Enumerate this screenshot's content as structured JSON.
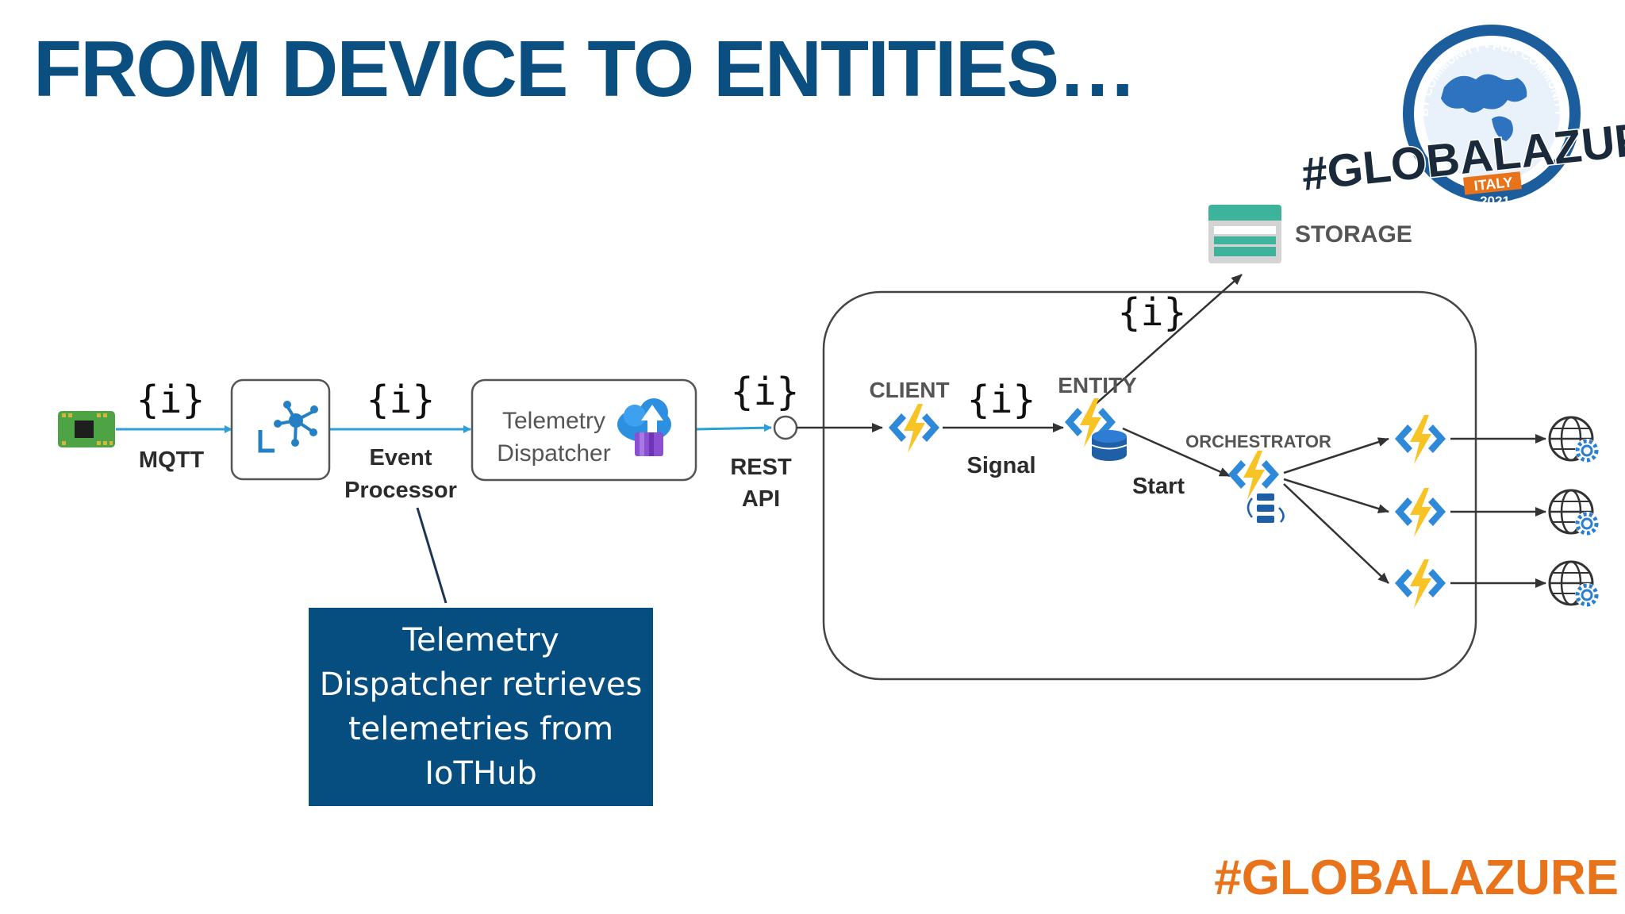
{
  "slide": {
    "title": "FROM DEVICE TO ENTITIES…",
    "hashtag": "#GLOBALAZURE"
  },
  "logo": {
    "ring_text": "BY COMMUNITY • FOR COMMUNITY",
    "main": "#GLOBALAZURE",
    "country": "ITALY",
    "year": "2021"
  },
  "diagram": {
    "json_glyph": "{i}",
    "labels": {
      "mqtt": "MQTT",
      "event": "Event",
      "processor": "Processor",
      "telemetry": "Telemetry",
      "dispatcher": "Dispatcher",
      "rest": "REST",
      "api": "API",
      "client": "CLIENT",
      "signal": "Signal",
      "entity": "ENTITY",
      "start": "Start",
      "orchestrator": "ORCHESTRATOR",
      "storage": "STORAGE"
    },
    "callout": "Telemetry Dispatcher retrieves telemetries from IoTHub"
  },
  "colors": {
    "title": "#0b4f80",
    "hashtag": "#e8731a",
    "callout_bg": "#064d80",
    "arrow_blue": "#2a9fd8",
    "arrow_dark": "#333333",
    "function_yellow": "#f7c325",
    "function_chevron": "#2e89d9"
  }
}
